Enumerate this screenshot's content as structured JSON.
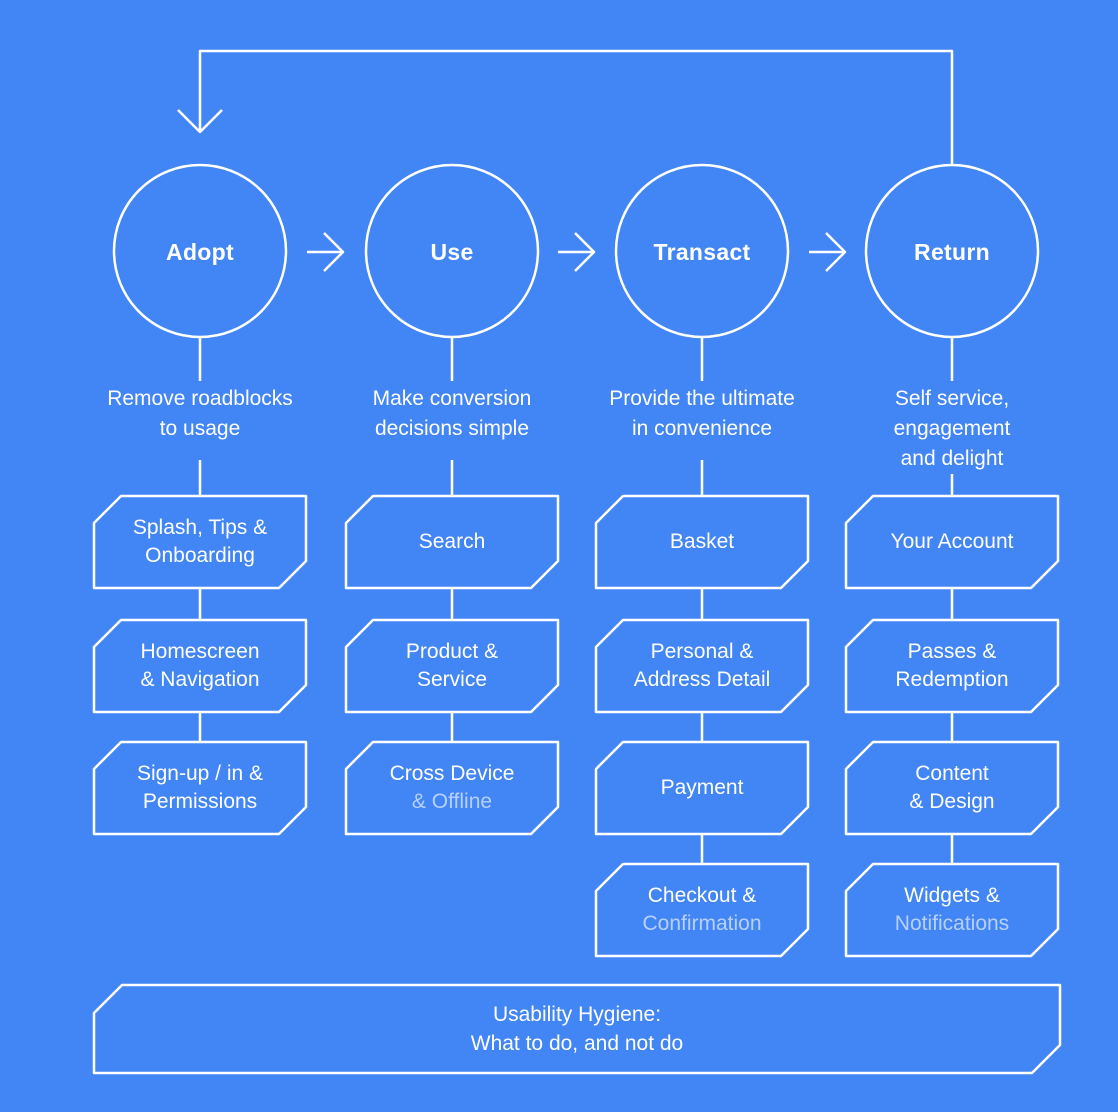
{
  "palette": {
    "background": "#4285f4",
    "stroke": "#ffffff",
    "text": "#ffffff",
    "dim_text": "rgba(255,255,255,0.62)"
  },
  "stages": [
    {
      "label": "Adopt",
      "description_lines": [
        "Remove roadblocks",
        "to usage"
      ],
      "boxes": [
        {
          "lines": [
            {
              "text": "Splash, Tips &",
              "dim": false
            },
            {
              "text": "Onboarding",
              "dim": false
            }
          ]
        },
        {
          "lines": [
            {
              "text": "Homescreen",
              "dim": false
            },
            {
              "text": "& Navigation",
              "dim": false
            }
          ]
        },
        {
          "lines": [
            {
              "text": "Sign-up / in &",
              "dim": false
            },
            {
              "text": "Permissions",
              "dim": false
            }
          ]
        }
      ]
    },
    {
      "label": "Use",
      "description_lines": [
        "Make conversion",
        "decisions simple"
      ],
      "boxes": [
        {
          "lines": [
            {
              "text": "Search",
              "dim": false
            }
          ]
        },
        {
          "lines": [
            {
              "text": "Product &",
              "dim": false
            },
            {
              "text": "Service",
              "dim": false
            }
          ]
        },
        {
          "lines": [
            {
              "text": "Cross Device",
              "dim": false
            },
            {
              "text": "& Offline",
              "dim": true
            }
          ]
        }
      ]
    },
    {
      "label": "Transact",
      "description_lines": [
        "Provide the ultimate",
        "in convenience"
      ],
      "boxes": [
        {
          "lines": [
            {
              "text": "Basket",
              "dim": false
            }
          ]
        },
        {
          "lines": [
            {
              "text": "Personal &",
              "dim": false
            },
            {
              "text": "Address Detail",
              "dim": false
            }
          ]
        },
        {
          "lines": [
            {
              "text": "Payment",
              "dim": false
            }
          ]
        },
        {
          "lines": [
            {
              "text": "Checkout &",
              "dim": false
            },
            {
              "text": "Confirmation",
              "dim": true
            }
          ]
        }
      ]
    },
    {
      "label": "Return",
      "description_lines": [
        "Self service,",
        "engagement",
        "and delight"
      ],
      "boxes": [
        {
          "lines": [
            {
              "text": "Your Account",
              "dim": false
            }
          ]
        },
        {
          "lines": [
            {
              "text": "Passes &",
              "dim": false
            },
            {
              "text": "Redemption",
              "dim": false
            }
          ]
        },
        {
          "lines": [
            {
              "text": "Content",
              "dim": false
            },
            {
              "text": "& Design",
              "dim": false
            }
          ]
        },
        {
          "lines": [
            {
              "text": "Widgets &",
              "dim": false
            },
            {
              "text": "Notifications",
              "dim": true
            }
          ]
        }
      ]
    }
  ],
  "footer": {
    "lines": [
      "Usability Hygiene:",
      "What to do, and not do"
    ]
  }
}
